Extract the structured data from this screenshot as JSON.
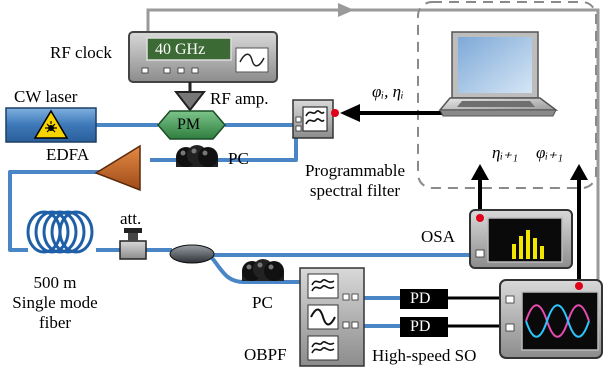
{
  "labels": {
    "rf_clock": "RF clock",
    "rf_frequency": "40 GHz",
    "rf_amp": "RF amp.",
    "cw_laser": "CW laser",
    "pm": "PM",
    "edfa": "EDFA",
    "pc_top": "PC",
    "programmable_filter_line1": "Programmable",
    "programmable_filter_line2": "spectral filter",
    "phi_eta_i": "φᵢ, ηᵢ",
    "eta_next": "ηᵢ₊₁",
    "phi_next": "φᵢ₊₁",
    "att": "att.",
    "osa": "OSA",
    "fiber_line1": "500 m",
    "fiber_line2": "Single mode",
    "fiber_line3": "fiber",
    "pc_bottom": "PC",
    "obpf": "OBPF",
    "pd_top": "PD",
    "pd_bottom": "PD",
    "high_speed_so": "High-speed SO"
  },
  "colors": {
    "fiber": "#4a86c5",
    "laser_box": "#5b8fc7",
    "pm_fill": "#3e9a52",
    "edfa_fill": "#c8692c",
    "rf_screen": "#3c6a34",
    "osa_bars": "#f2e600",
    "feedback_line": "#9a9a9a",
    "marker_red": "#e0001a"
  },
  "icons": {
    "laser_warning": "laser-warning-icon",
    "laptop": "laptop-icon",
    "oscilloscope_screen": "oscilloscope-waveform-icon",
    "filter_passband": "bandpass-filter-icon"
  }
}
